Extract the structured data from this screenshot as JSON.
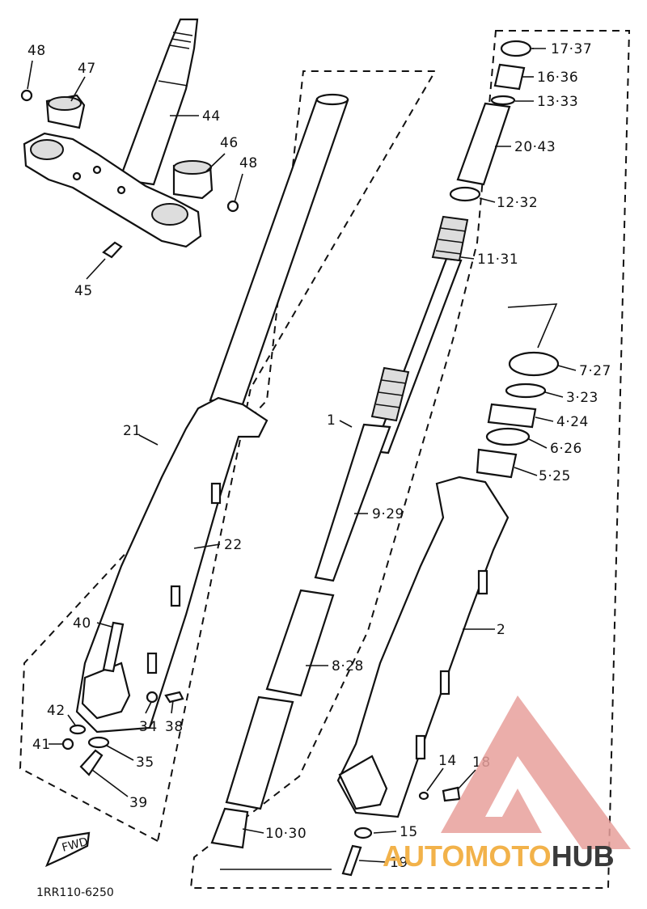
{
  "diagram_code": "1RR110-6250",
  "watermark": {
    "part1": "AUTO",
    "part2": "MOTO",
    "part3": "HUB",
    "color_triangle": "#e8a09c",
    "color_orange": "#f2b24a",
    "color_dark": "#3a3a3a"
  },
  "fwd_label": "FWD",
  "labels": {
    "l48a": "48",
    "l47": "47",
    "l44": "44",
    "l46": "46",
    "l48b": "48",
    "l45": "45",
    "l1737": "17·37",
    "l1636": "16·36",
    "l1333": "13·33",
    "l2043": "20·43",
    "l1232": "12·32",
    "l1131": "11·31",
    "l1": "1",
    "l727": "7·27",
    "l323": "3·23",
    "l424": "4·24",
    "l626": "6·26",
    "l525": "5·25",
    "l21": "21",
    "l929": "9·29",
    "l22": "22",
    "l2": "2",
    "l40": "40",
    "l828": "8·28",
    "l42": "42",
    "l34": "34",
    "l38": "38",
    "l41": "41",
    "l35": "35",
    "l39": "39",
    "l14": "14",
    "l18": "18",
    "l1030": "10·30",
    "l15": "15",
    "l19": "19"
  }
}
